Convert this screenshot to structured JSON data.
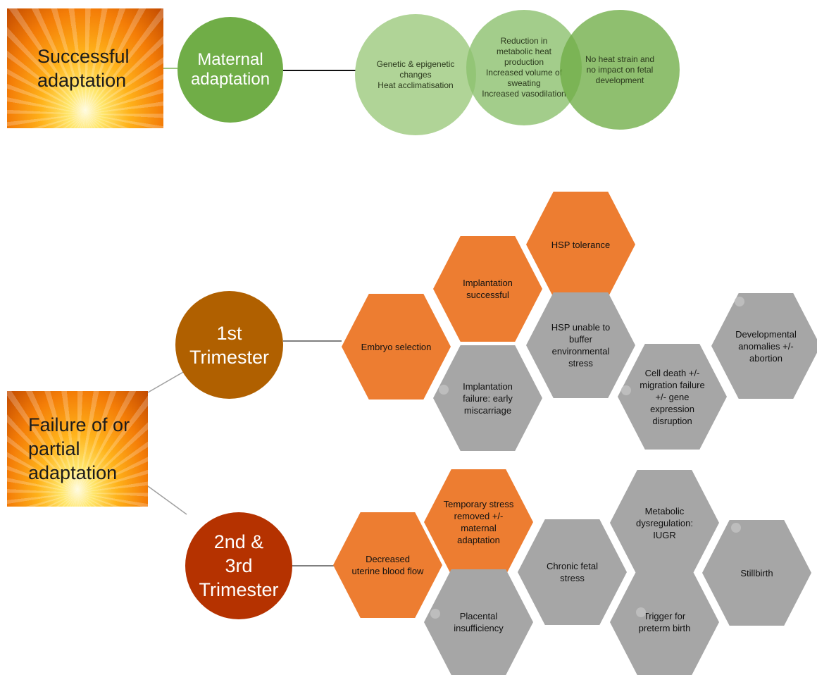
{
  "successful": {
    "image_label": "Successful adaptation",
    "circle_label": "Maternal adaptation",
    "venn": {
      "left": "Genetic & epigenetic changes\nHeat acclimatisation",
      "middle": "Reduction in metabolic heat production\nIncreased volume of sweating\nIncreased vasodilation",
      "right": "No heat strain and no impact on fetal development"
    }
  },
  "failure": {
    "image_label": "Failure of or partial adaptation",
    "first": {
      "label": "1st Trimester",
      "hexes": {
        "embryo": "Embryo selection",
        "impl_success": "Implantation successful",
        "hsp_tol": "HSP tolerance",
        "impl_fail": "Implantation failure: early miscarriage",
        "hsp_unable": "HSP unable to buffer environmental stress",
        "cell_death": "Cell death +/- migration failure +/- gene expression disruption",
        "dev_anom": "Developmental anomalies +/- abortion"
      }
    },
    "second": {
      "label": "2nd & 3rd Trimester",
      "hexes": {
        "blood_flow": "Decreased uterine blood flow",
        "temp_stress": "Temporary stress removed +/- maternal adaptation",
        "placental": "Placental insufficiency",
        "chronic": "Chronic fetal stress",
        "metabolic": "Metabolic dysregulation: IUGR",
        "preterm": "Trigger for preterm birth",
        "stillbirth": "Stillbirth"
      }
    }
  },
  "colors": {
    "maternal_green": "#70ad47",
    "venn_light": "#a9d08e",
    "venn_mid": "#98c77c",
    "venn_dark": "#85bd63",
    "first_trimester": "#b06000",
    "second_trimester": "#b53200",
    "hex_orange": "#ed7d31",
    "hex_grey": "#a6a6a6"
  }
}
